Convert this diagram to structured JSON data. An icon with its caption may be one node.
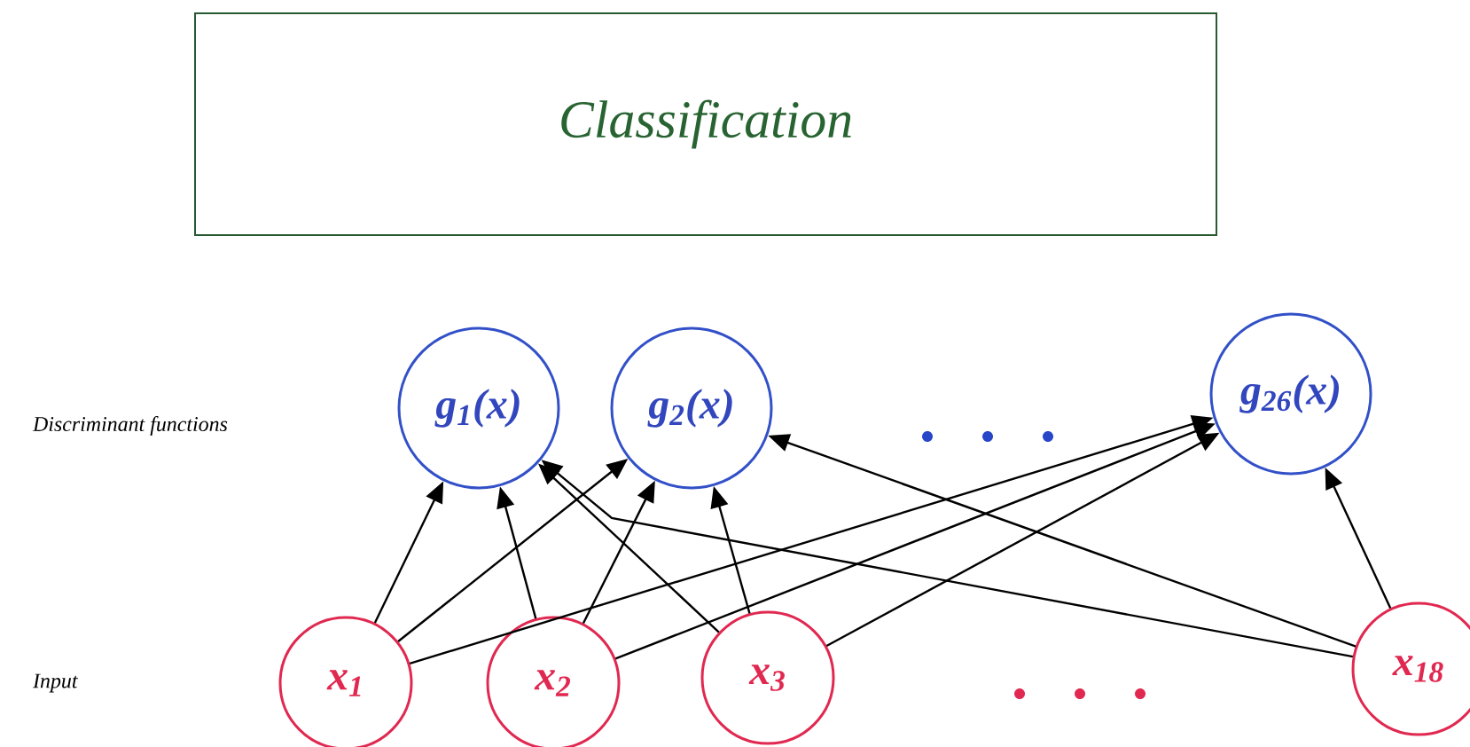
{
  "diagram": {
    "nodes": [
      {
        "text": [
          "Classification"
        ]
      },
      {
        "text": [
          "g$_{1}$(x)"
        ]
      },
      {
        "text": [
          "g$_{2}$(x)"
        ]
      },
      {
        "text": [
          "g$_{26}$(x)"
        ]
      },
      {
        "text": [
          "x$_{1}$"
        ]
      },
      {
        "text": [
          "x$_{2}$"
        ]
      },
      {
        "text": [
          "x$_{3}$"
        ]
      },
      {
        "text": [
          "x$_{18}$"
        ]
      }
    ],
    "edges": [
      {
        "from": 4,
        "to": 1,
        "arrow": "to"
      },
      {
        "from": 4,
        "to": 2,
        "arrow": "to"
      },
      {
        "from": 4,
        "to": 3,
        "arrow": "to"
      },
      {
        "from": 5,
        "to": 1,
        "arrow": "to"
      },
      {
        "from": 5,
        "to": 2,
        "arrow": "to"
      },
      {
        "from": 5,
        "to": 3,
        "arrow": "to"
      },
      {
        "from": 6,
        "to": 1,
        "arrow": "to"
      },
      {
        "from": 6,
        "to": 2,
        "arrow": "to"
      },
      {
        "from": 6,
        "to": 3,
        "arrow": "to"
      },
      {
        "from": 7,
        "to": 1,
        "arrow": "to"
      },
      {
        "from": 7,
        "to": 2,
        "arrow": "to"
      },
      {
        "from": 7,
        "to": 3,
        "arrow": "to"
      }
    ],
    "labels": [
      "Discriminant functions",
      "Input"
    ]
  }
}
